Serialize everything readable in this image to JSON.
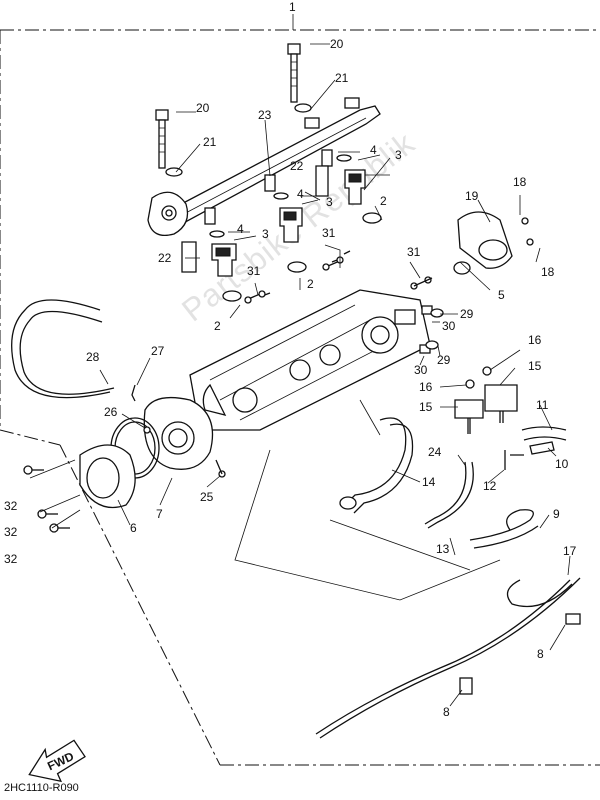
{
  "diagram": {
    "callouts": {
      "c1": "1",
      "c20a": "20",
      "c21a": "21",
      "c20b": "20",
      "c21b": "21",
      "c23": "23",
      "c22a": "22",
      "c4a": "4",
      "c3a": "3",
      "c4b": "4",
      "c3b": "3",
      "c4c": "4",
      "c3c": "3",
      "c2a": "2",
      "c22b": "22",
      "c31a": "31",
      "c31b": "31",
      "c31c": "31",
      "c2b": "2",
      "c2c": "2",
      "c19": "19",
      "c18a": "18",
      "c18b": "18",
      "c5": "5",
      "c29a": "29",
      "c30a": "30",
      "c29b": "29",
      "c30b": "30",
      "c16a": "16",
      "c15a": "15",
      "c16b": "16",
      "c15b": "15",
      "c28": "28",
      "c27": "27",
      "c26": "26",
      "c11": "11",
      "c10": "10",
      "c24": "24",
      "c14": "14",
      "c12": "12",
      "c25": "25",
      "c7": "7",
      "c6": "6",
      "c32a": "32",
      "c32b": "32",
      "c32c": "32",
      "c13": "13",
      "c9": "9",
      "c17": "17",
      "c8a": "8",
      "c8b": "8"
    },
    "fwd_label": "FWD",
    "footer_code": "2HC1110-R090",
    "watermark": "Partsbike Republik"
  }
}
